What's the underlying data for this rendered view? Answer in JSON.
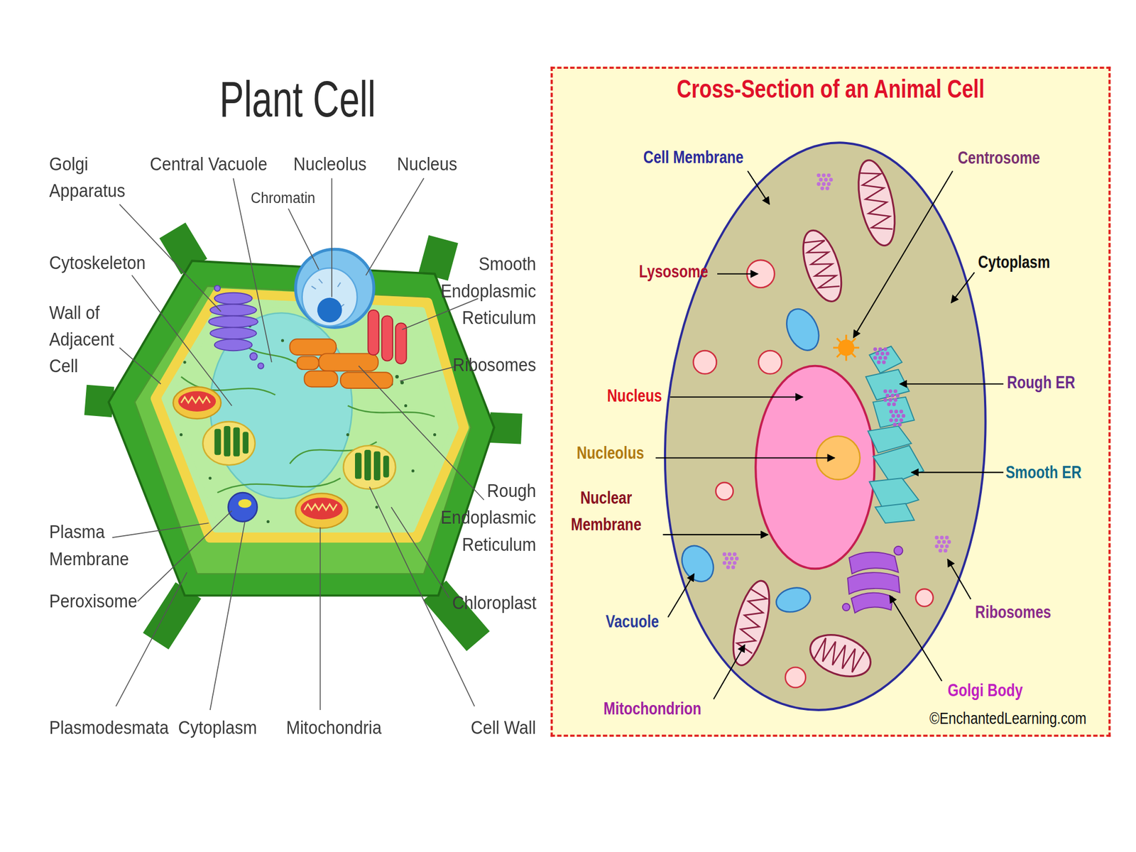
{
  "diagram": {
    "nodes": [
      {
        "text": [
          "Cross-Section of an Animal Cell"
        ]
      }
    ],
    "labels": [
      "Plant Cell",
      "Golgi Apparatus",
      "Central Vacuole",
      "Nucleolus",
      "Nucleus",
      "Chromatin",
      "Cytoskeleton",
      "Smooth Endoplasmic Reticulum",
      "Wall of Adjacent Cell",
      "Ribosomes",
      "Rough Endoplasmic Reticulum",
      "Plasma Membrane",
      "Peroxisome",
      "Chloroplast",
      "Plasmodesmata",
      "Cytoplasm",
      "Mitochondria",
      "Cell Wall",
      "Cell Membrane",
      "Centrosome",
      "Lysosome",
      "Cytoplasm",
      "Nucleus",
      "Rough ER",
      "Nucleolus",
      "Smooth ER",
      "Nuclear Membrane",
      "Vacuole",
      "Ribosomes",
      "Mitochondrion",
      "Golgi Body",
      "©EnchantedLearning.com"
    ]
  }
}
